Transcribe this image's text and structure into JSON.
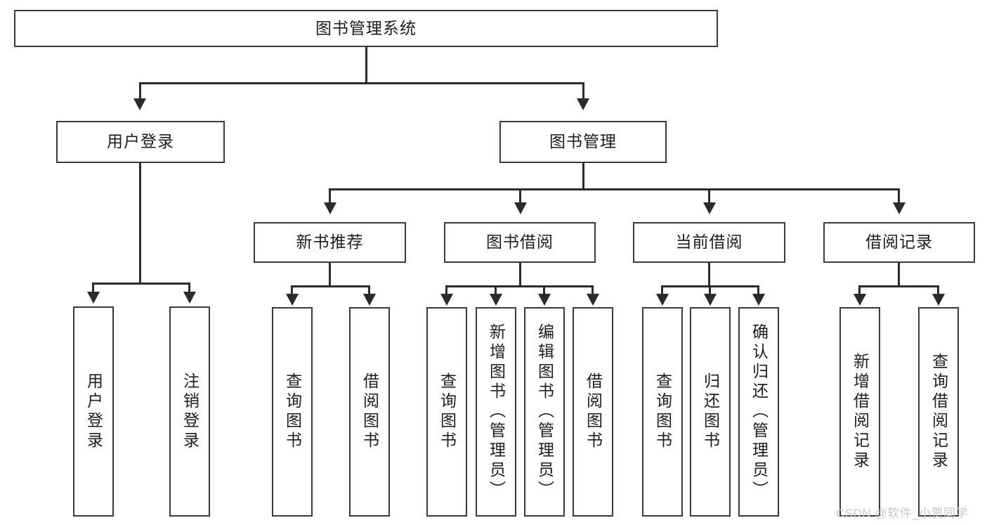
{
  "diagram": {
    "type": "tree",
    "title": "图书管理系统",
    "root": {
      "label": "图书管理系统"
    },
    "level2": [
      {
        "label": "用户登录"
      },
      {
        "label": "图书管理"
      }
    ],
    "level3": [
      {
        "label": "新书推荐"
      },
      {
        "label": "图书借阅"
      },
      {
        "label": "当前借阅"
      },
      {
        "label": "借阅记录"
      }
    ],
    "leaves": {
      "user_login": [
        {
          "label": "用户登录"
        },
        {
          "label": "注销登录"
        }
      ],
      "new_book_recommend": [
        {
          "label": "查询图书"
        },
        {
          "label": "借阅图书"
        }
      ],
      "book_borrow": [
        {
          "label": "查询图书"
        },
        {
          "label": "新增图书（管理员）"
        },
        {
          "label": "编辑图书（管理员）"
        },
        {
          "label": "借阅图书"
        }
      ],
      "current_borrow": [
        {
          "label": "查询图书"
        },
        {
          "label": "归还图书"
        },
        {
          "label": "确认归还（管理员）"
        }
      ],
      "borrow_record": [
        {
          "label": "新增借阅记录"
        },
        {
          "label": "查询借阅记录"
        }
      ]
    }
  },
  "watermark": {
    "text": "CSDN @软件_小贺同学"
  },
  "colors": {
    "border": "#3a3a3a",
    "line": "#2b2b2b",
    "text": "#1d1d1d",
    "background": "#ffffff",
    "watermark": "#c9c9c9"
  }
}
